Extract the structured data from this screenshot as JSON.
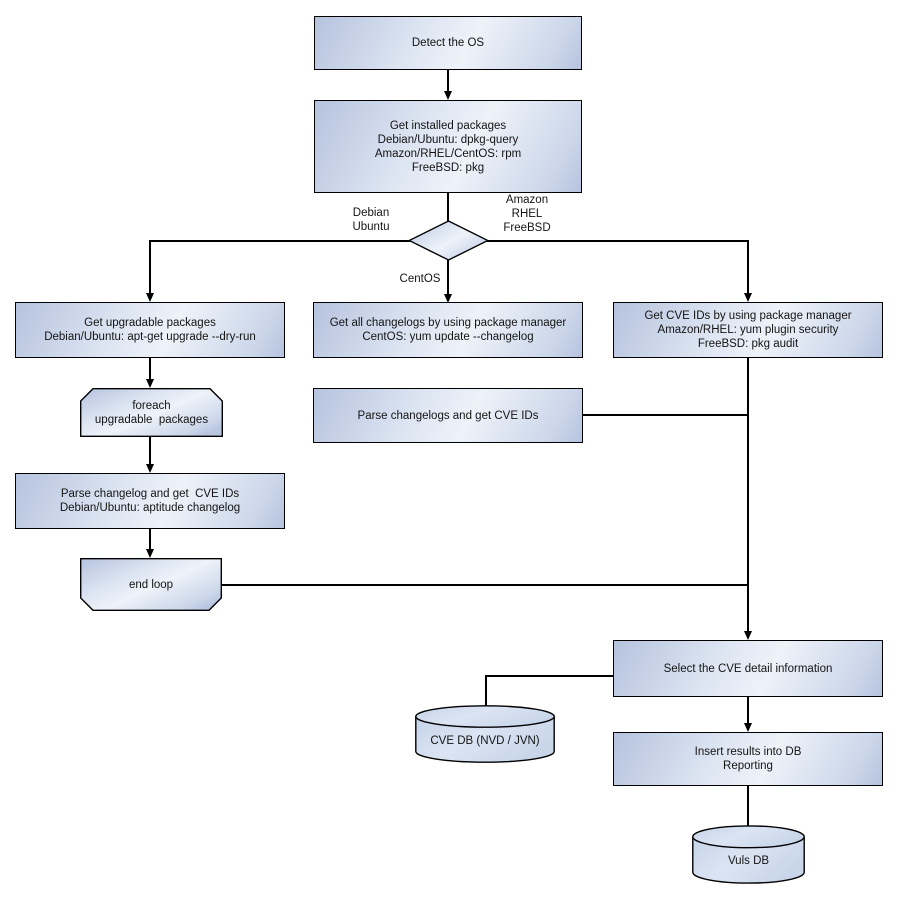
{
  "colors": {
    "background": "#ffffff",
    "node_fill_dark": "#b6c3de",
    "node_fill_light": "#eef2f9",
    "node_border": "#000000",
    "connector": "#000000",
    "text": "#141414"
  },
  "nodes": {
    "detect_os": "Detect the OS",
    "get_installed_packages": "Get installed packages\nDebian/Ubuntu: dpkg-query\nAmazon/RHEL/CentOS: rpm\nFreeBSD: pkg",
    "get_upgradable_packages": "Get upgradable packages\nDebian/Ubuntu: apt-get upgrade --dry-run",
    "foreach_loop": "foreach\nupgradable  packages",
    "parse_changelog_debian": "Parse changelog and get  CVE IDs\nDebian/Ubuntu: aptitude changelog",
    "end_loop": "end loop",
    "get_all_changelogs": "Get all changelogs by using package manager\nCentOS: yum update --changelog",
    "parse_changelogs_centos": "Parse changelogs and get CVE IDs",
    "get_cve_ids": "Get CVE IDs by using package manager\nAmazon/RHEL: yum plugin security\nFreeBSD: pkg audit",
    "select_cve_detail": "Select the CVE detail information",
    "insert_results": "Insert results into DB\nReporting",
    "cve_db": "CVE DB (NVD / JVN)",
    "vuls_db": "Vuls DB"
  },
  "edge_labels": {
    "left_branch": "Debian\nUbuntu",
    "right_branch": "Amazon\nRHEL\nFreeBSD",
    "bottom_branch": "CentOS"
  }
}
